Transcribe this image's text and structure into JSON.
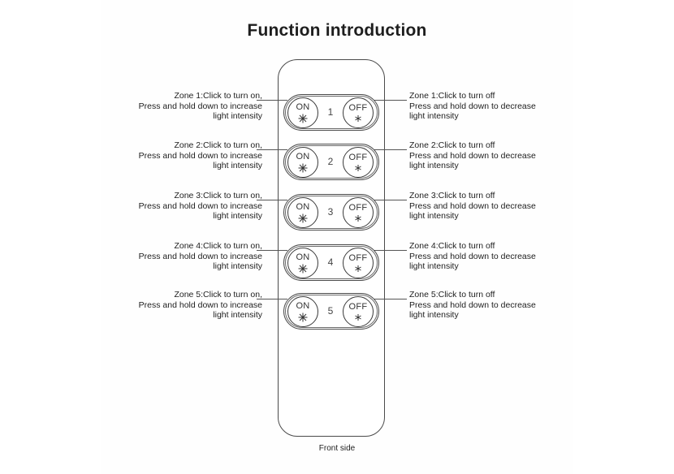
{
  "title": "Function introduction",
  "caption": "Front side",
  "on_label": "ON",
  "off_label": "OFF",
  "icons": {
    "on": "sparkle-asterisk-icon",
    "off": "small-asterisk-icon"
  },
  "zones": [
    {
      "number": "1",
      "left": [
        "Zone 1:Click to turn on,",
        "Press and hold down to increase",
        "light intensity"
      ],
      "right": [
        "Zone 1:Click to turn off",
        "Press and hold down to decrease",
        "light intensity"
      ]
    },
    {
      "number": "2",
      "left": [
        "Zone 2:Click to turn on,",
        "Press and hold down to increase",
        "light intensity"
      ],
      "right": [
        "Zone 2:Click to turn off",
        "Press and hold down to decrease",
        "light intensity"
      ]
    },
    {
      "number": "3",
      "left": [
        "Zone 3:Click to turn on,",
        "Press and hold down to increase",
        "light intensity"
      ],
      "right": [
        "Zone 3:Click to turn off",
        "Press and hold down to decrease",
        "light intensity"
      ]
    },
    {
      "number": "4",
      "left": [
        "Zone 4:Click to turn on,",
        "Press and hold down to increase",
        "light intensity"
      ],
      "right": [
        "Zone 4:Click to turn off",
        "Press and hold down to decrease",
        "light intensity"
      ]
    },
    {
      "number": "5",
      "left": [
        "Zone 5:Click to turn on,",
        "Press and hold down to increase",
        "light intensity"
      ],
      "right": [
        "Zone 5:Click to turn off",
        "Press and hold down to decrease",
        "light intensity"
      ]
    }
  ]
}
